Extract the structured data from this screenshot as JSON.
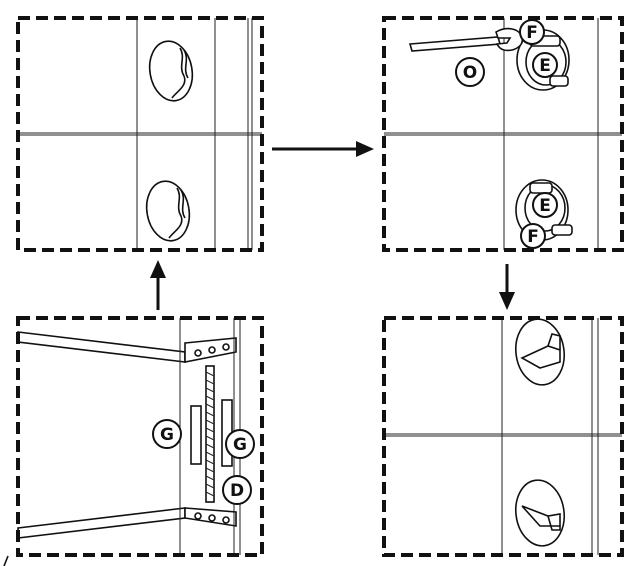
{
  "callouts": {
    "top_right": {
      "f_upper": "F",
      "e_upper": "E",
      "o": "O",
      "e_lower": "E",
      "f_lower": "F"
    },
    "bottom_left": {
      "g_left": "G",
      "g_right": "G",
      "d": "D"
    }
  }
}
